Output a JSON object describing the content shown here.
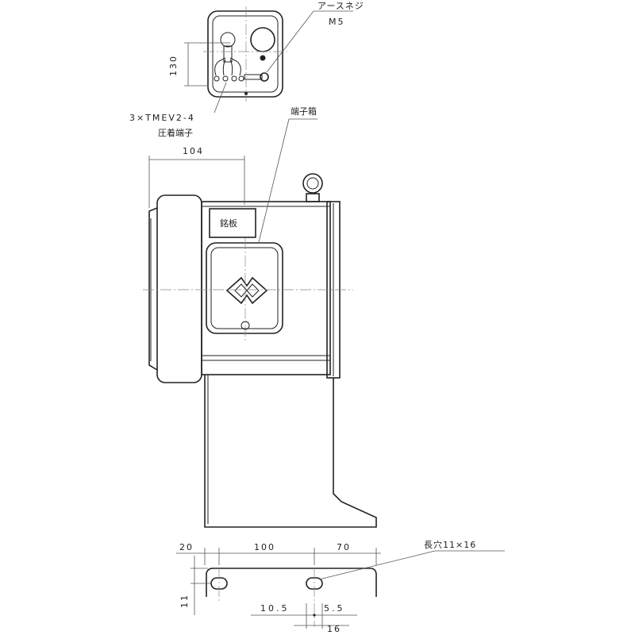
{
  "labels": {
    "earth_screw": "アースネジ",
    "earth_screw_size": "M5",
    "terminal_spec": "3×TMEV2-4",
    "crimp_terminal": "圧着端子",
    "terminal_box": "端子箱",
    "nameplate": "銘板",
    "slot": "長穴11×16"
  },
  "dimensions": {
    "d130": "130",
    "d104": "104",
    "d20": "20",
    "d100": "100",
    "d70": "70",
    "d11": "11",
    "d10_5": "10.5",
    "d5_5": "5.5",
    "d16": "16"
  }
}
